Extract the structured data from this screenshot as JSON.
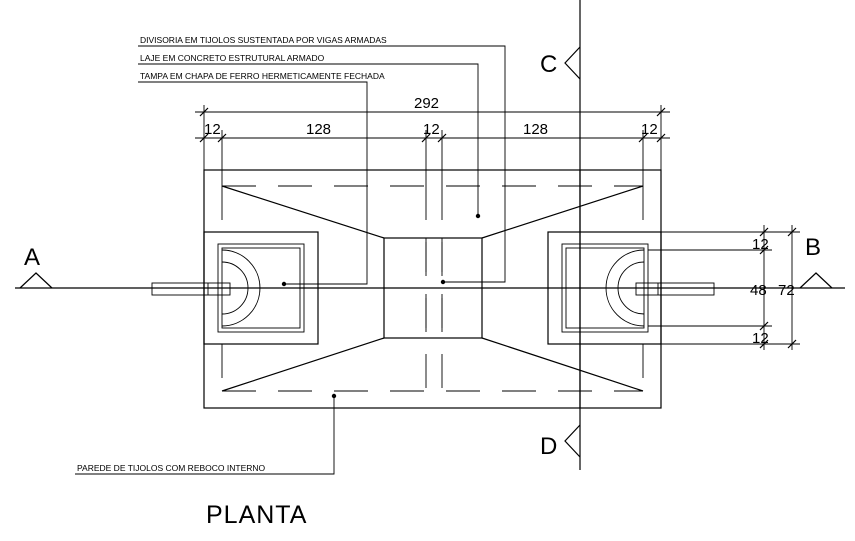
{
  "notes": {
    "divisoria": "DIVISORIA EM TIJOLOS SUSTENTADA POR VIGAS ARMADAS",
    "laje": "LAJE EM CONCRETO ESTRUTURAL ARMADO",
    "tampa": "TAMPA EM CHAPA DE FERRO HERMETICAMENTE FECHADA",
    "parede": "PAREDE DE TIJOLOS COM REBOCO INTERNO"
  },
  "dimensions": {
    "total": "292",
    "wall_left": "12",
    "chamber_left": "128",
    "wall_mid": "12",
    "chamber_right": "128",
    "wall_right": "12",
    "side_top": "12",
    "side_mid": "48",
    "side_total": "72",
    "side_bottom": "12"
  },
  "sections": {
    "a": "A",
    "b": "B",
    "c": "C",
    "d": "D"
  },
  "title": "PLANTA"
}
